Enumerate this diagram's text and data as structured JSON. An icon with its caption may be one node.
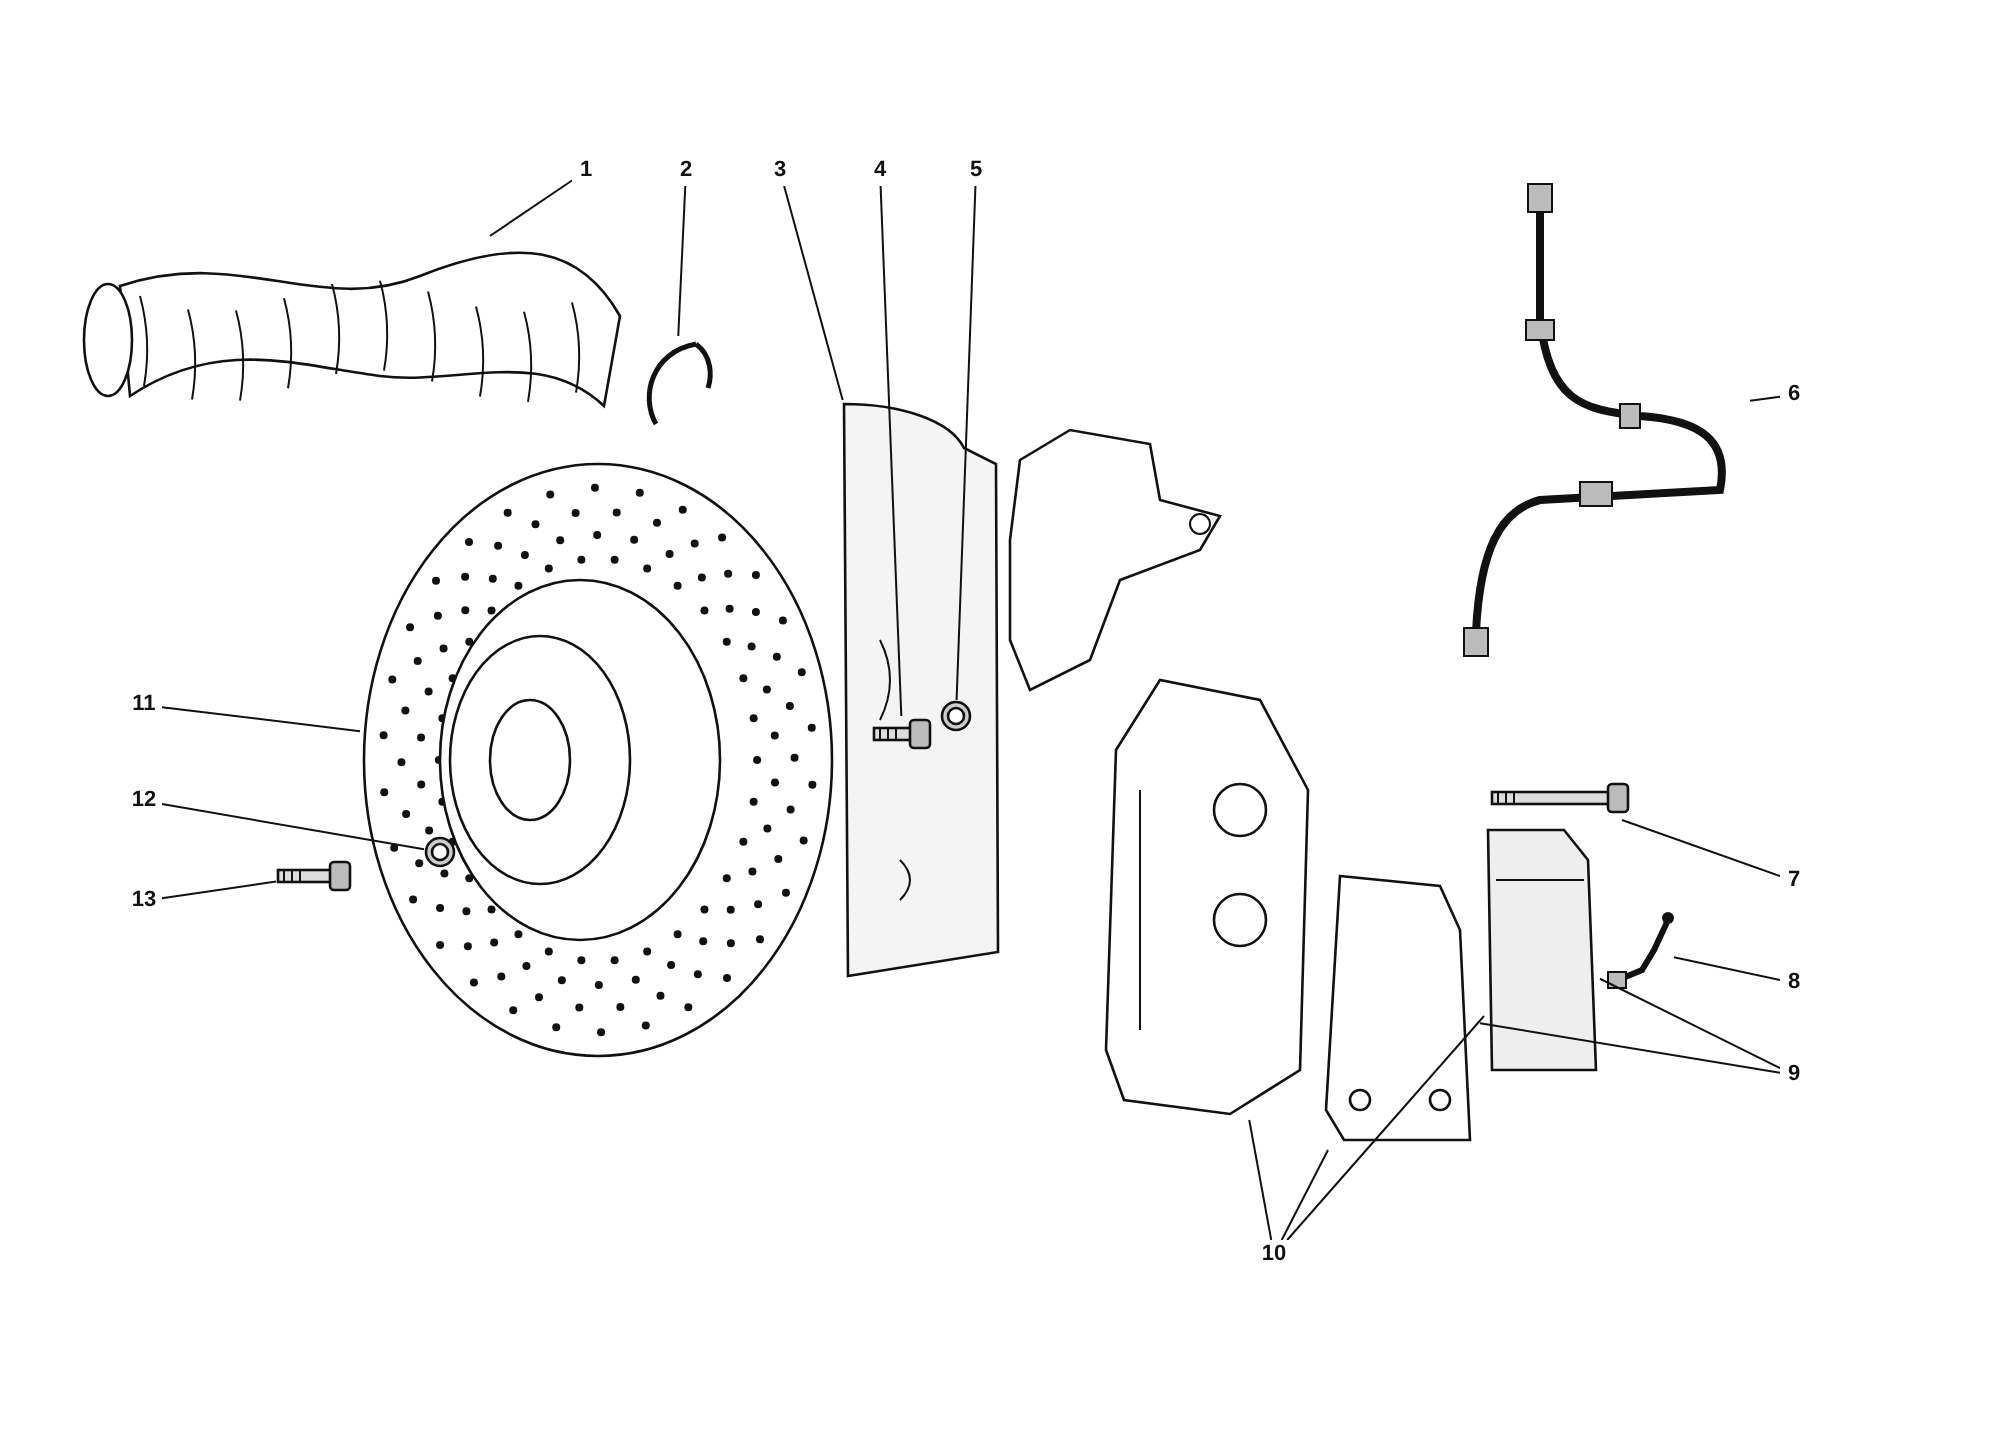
{
  "diagram": {
    "nodes": [
      {
        "text": [
          "1"
        ]
      },
      {
        "text": [
          "2"
        ]
      },
      {
        "text": [
          "3"
        ]
      },
      {
        "text": [
          "4"
        ]
      },
      {
        "text": [
          "5"
        ]
      },
      {
        "text": [
          "6"
        ]
      },
      {
        "text": [
          "7"
        ]
      },
      {
        "text": [
          "8"
        ]
      },
      {
        "text": [
          "9"
        ]
      },
      {
        "text": [
          "10"
        ]
      },
      {
        "text": [
          "11"
        ]
      },
      {
        "text": [
          "12"
        ]
      },
      {
        "text": [
          "13"
        ]
      },
      {
        "text": [],
        "shape": "picture"
      },
      {
        "text": [],
        "shape": "picture"
      },
      {
        "text": [],
        "shape": "picture"
      },
      {
        "text": [],
        "shape": "picture",
        "in": 15
      },
      {
        "text": [],
        "shape": "picture",
        "in": 15
      },
      {
        "text": [],
        "shape": "picture"
      },
      {
        "text": [],
        "shape": "picture"
      },
      {
        "text": [],
        "shape": "picture"
      },
      {
        "text": [],
        "shape": "picture"
      },
      {
        "text": [],
        "shape": "picture"
      },
      {
        "text": [],
        "shape": "picture"
      },
      {
        "text": [],
        "shape": "picture"
      },
      {
        "text": [],
        "shape": "picture",
        "in": 24
      },
      {
        "text": [],
        "shape": "picture"
      }
    ],
    "edges": [
      {
        "from": 0,
        "to": 13,
        "arrow": "none"
      },
      {
        "from": 1,
        "to": 14,
        "arrow": "none"
      },
      {
        "from": 2,
        "to": 15,
        "arrow": "none"
      },
      {
        "from": 3,
        "to": 16,
        "arrow": "none"
      },
      {
        "from": 4,
        "to": 17,
        "arrow": "none"
      },
      {
        "from": 5,
        "to": 18,
        "arrow": "none"
      },
      {
        "from": 6,
        "to": 19,
        "arrow": "none"
      },
      {
        "from": 7,
        "to": 20,
        "arrow": "none"
      },
      {
        "from": 8,
        "to": 21,
        "arrow": "none"
      },
      {
        "from": 8,
        "to": 22,
        "arrow": "none"
      },
      {
        "from": 9,
        "to": 23,
        "arrow": "none"
      },
      {
        "from": 9,
        "to": 22,
        "arrow": "none"
      },
      {
        "from": 9,
        "to": 21,
        "arrow": "none"
      },
      {
        "from": 10,
        "to": 24,
        "arrow": "none"
      },
      {
        "from": 11,
        "to": 25,
        "arrow": "none"
      },
      {
        "from": 12,
        "to": 26,
        "arrow": "none"
      }
    ]
  }
}
